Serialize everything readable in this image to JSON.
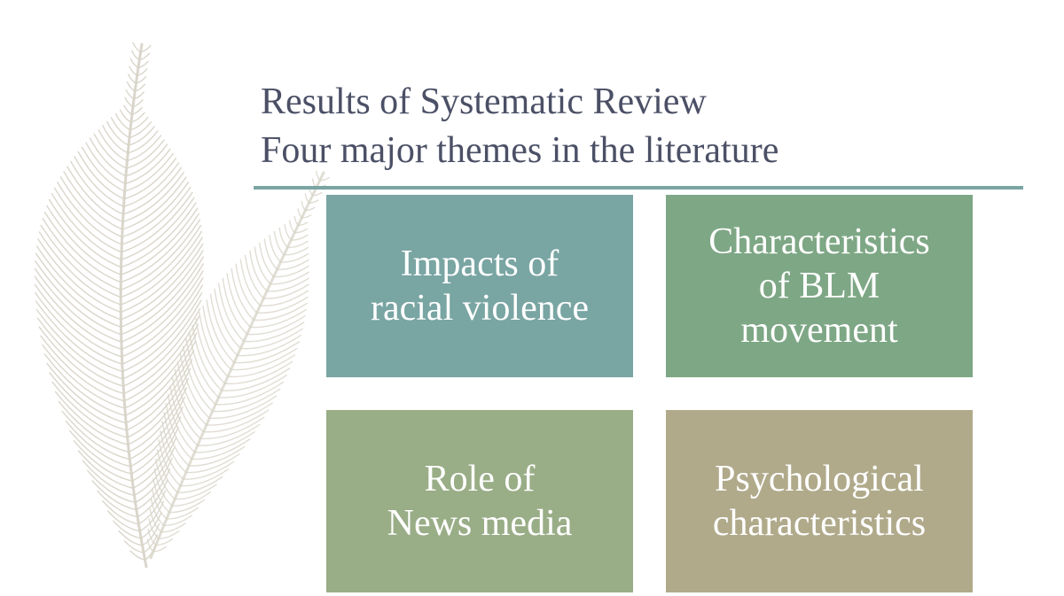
{
  "title": {
    "line1": "Results of Systematic Review",
    "line2": "Four major themes in the literature"
  },
  "themes": [
    {
      "lines": [
        "Impacts of",
        "racial violence"
      ],
      "color": "#79a5a3"
    },
    {
      "lines": [
        "Characteristics",
        "of BLM",
        "movement"
      ],
      "color": "#7ea785"
    },
    {
      "lines": [
        "Role of",
        "News media"
      ],
      "color": "#99ad87"
    },
    {
      "lines": [
        "Psychological",
        "characteristics"
      ],
      "color": "#b0aa8b"
    }
  ],
  "colors": {
    "title_text": "#4b5066",
    "rule": "#7aa5a3",
    "feather": "#d8d4c8"
  },
  "icons": {
    "decoration": "feather-icon"
  }
}
